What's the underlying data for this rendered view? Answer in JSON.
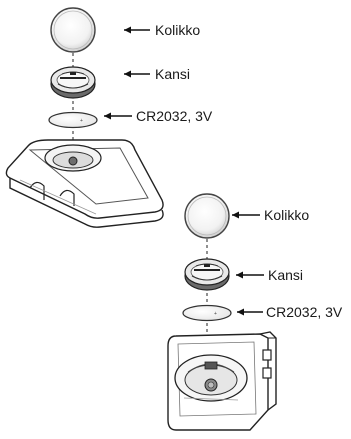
{
  "diagram": {
    "upper": {
      "coin_label": "Kolikko",
      "cover_label": "Kansi",
      "battery_label": "CR2032, 3V"
    },
    "lower": {
      "coin_label": "Kolikko",
      "cover_label": "Kansi",
      "battery_label": "CR2032, 3V"
    }
  }
}
